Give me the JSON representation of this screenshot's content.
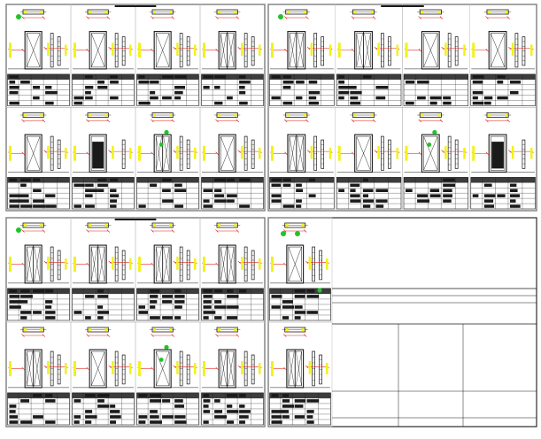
{
  "drawing": {
    "kind": "CAD door/window detail sheets",
    "panels": [
      {
        "id": "top-left",
        "rows": 2,
        "cols": 4
      },
      {
        "id": "top-right",
        "rows": 2,
        "cols": 4
      },
      {
        "id": "bottom-left",
        "rows": 2,
        "cols": 4
      },
      {
        "id": "bottom-right",
        "rows": 2,
        "cols": 1,
        "has_blank_grid": true
      }
    ],
    "colors": {
      "line": "#1a1a1a",
      "dimension": "#e0241b",
      "highlight": "#f2f21a",
      "marker": "#22c22a",
      "paper": "#ffffff",
      "panel_border": "#2b2b2b",
      "divider": "#bdbdbd"
    }
  }
}
